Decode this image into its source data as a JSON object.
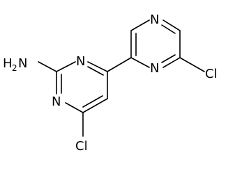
{
  "molecule": {
    "atoms": {
      "amine_h": "H",
      "amine_h_count": "2",
      "amine_n": "N",
      "pyrimidine_n1": "N",
      "pyrimidine_n3": "N",
      "pyrimidine_cl": "Cl",
      "pyrazine_n1": "N",
      "pyrazine_n4": "N",
      "pyrazine_cl": "Cl"
    },
    "colors": {
      "bond": "#000000",
      "text": "#000000",
      "background": "#ffffff"
    }
  }
}
